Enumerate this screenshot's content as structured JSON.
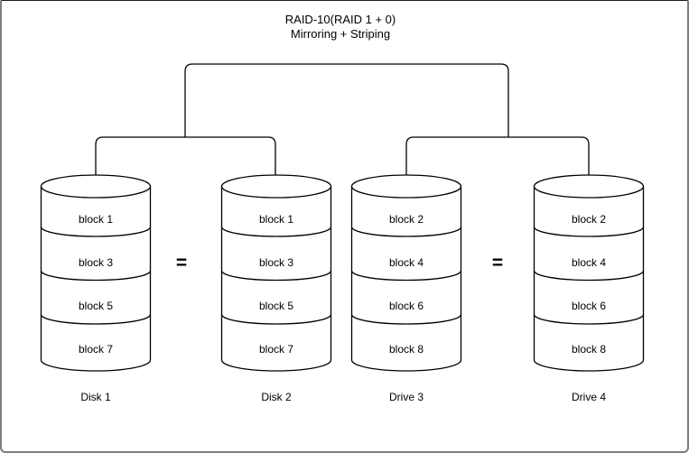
{
  "title": {
    "line1": "RAID-10(RAID 1 + 0)",
    "line2": "Mirroring + Striping"
  },
  "equals_sign": "=",
  "disks": [
    {
      "name": "Disk 1",
      "blocks": [
        "block 1",
        "block 3",
        "block 5",
        "block 7"
      ]
    },
    {
      "name": "Disk 2",
      "blocks": [
        "block 1",
        "block 3",
        "block 5",
        "block 7"
      ]
    },
    {
      "name": "Drive 3",
      "blocks": [
        "block 2",
        "block 4",
        "block 6",
        "block 8"
      ]
    },
    {
      "name": "Drive 4",
      "blocks": [
        "block 2",
        "block 4",
        "block 6",
        "block 8"
      ]
    }
  ],
  "colors": {
    "line": "#000000",
    "background": "#ffffff"
  }
}
